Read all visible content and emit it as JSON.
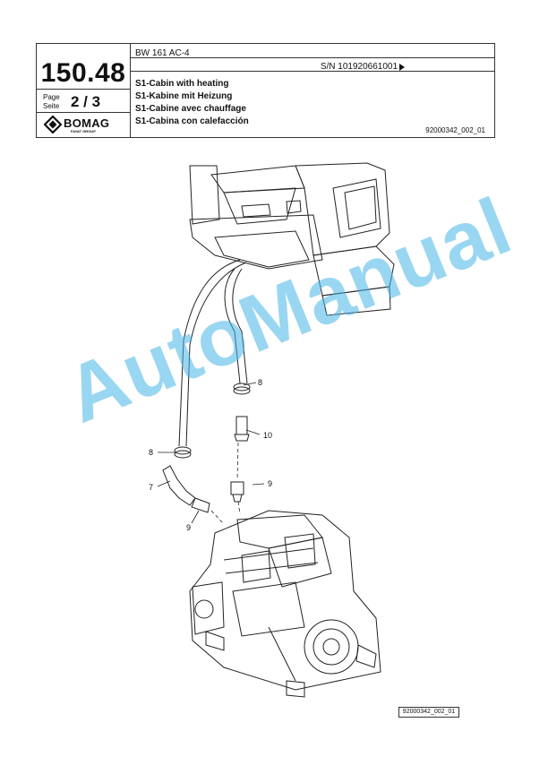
{
  "header": {
    "page_number": "150.48",
    "page_label": "Page",
    "seite_label": "Seite",
    "page_index": "2  /  3",
    "logo": {
      "name": "BOMAG",
      "sub": "FAYAT GROUP",
      "icon": "bomag-logo-icon"
    },
    "model": "BW 161 AC-4",
    "serial": "S/N 101920661001",
    "titles": [
      "S1-Cabin with heating",
      "S1-Kabine mit Heizung",
      "S1-Cabine avec chauffage",
      "S1-Cabina con calefacción"
    ],
    "doc_id": "92000342_002_01"
  },
  "drawing": {
    "callouts": [
      "8",
      "10",
      "8",
      "7",
      "9",
      "9"
    ],
    "figure_id": "92000342_002_01"
  },
  "watermark": "AutoManual"
}
